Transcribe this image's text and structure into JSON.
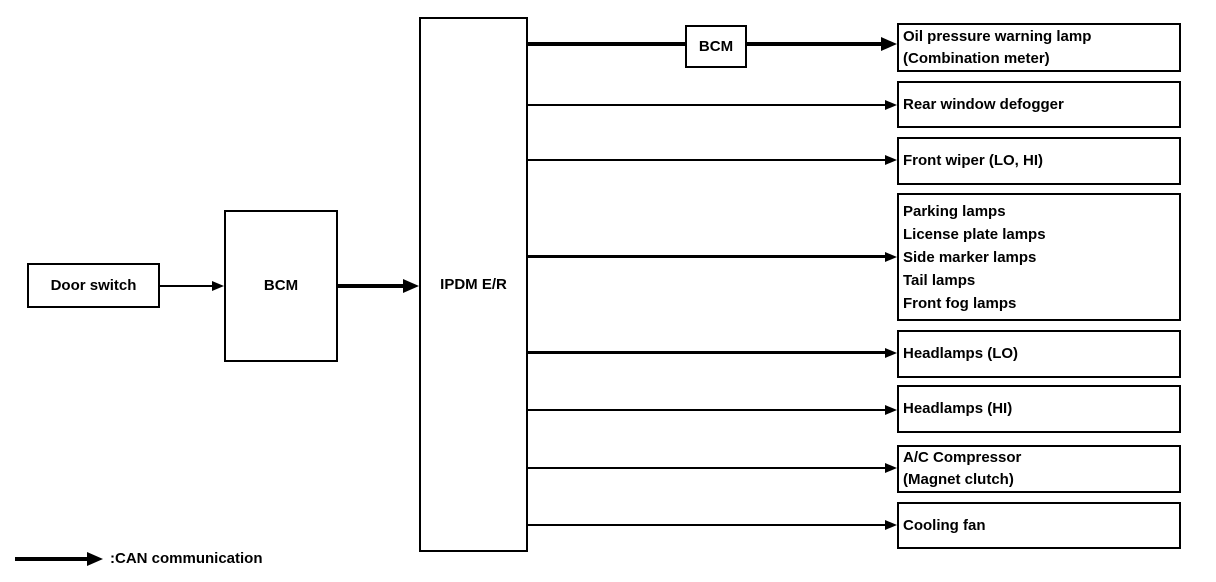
{
  "diagram": {
    "type": "block-diagram",
    "description": "IPDM E/R control / CAN communication block diagram",
    "nodes": {
      "door_switch": "Door switch",
      "bcm_main": "BCM",
      "ipdm": "IPDM E/R",
      "bcm_relay": "BCM",
      "outputs": [
        "Oil pressure warning lamp\n(Combination meter)",
        "Rear window defogger",
        "Front wiper (LO, HI)",
        "Parking lamps\nLicense plate lamps\nSide marker lamps\nTail lamps\nFront fog lamps",
        "Headlamps (LO)",
        "Headlamps (HI)",
        "A/C Compressor\n(Magnet clutch)",
        "Cooling fan"
      ]
    },
    "legend": {
      "label": ":CAN communication",
      "thick_arrow_meaning": "CAN communication"
    },
    "colors": {
      "background": "#ffffff",
      "line": "#000000",
      "box_border": "#000000",
      "text": "#000000"
    }
  }
}
